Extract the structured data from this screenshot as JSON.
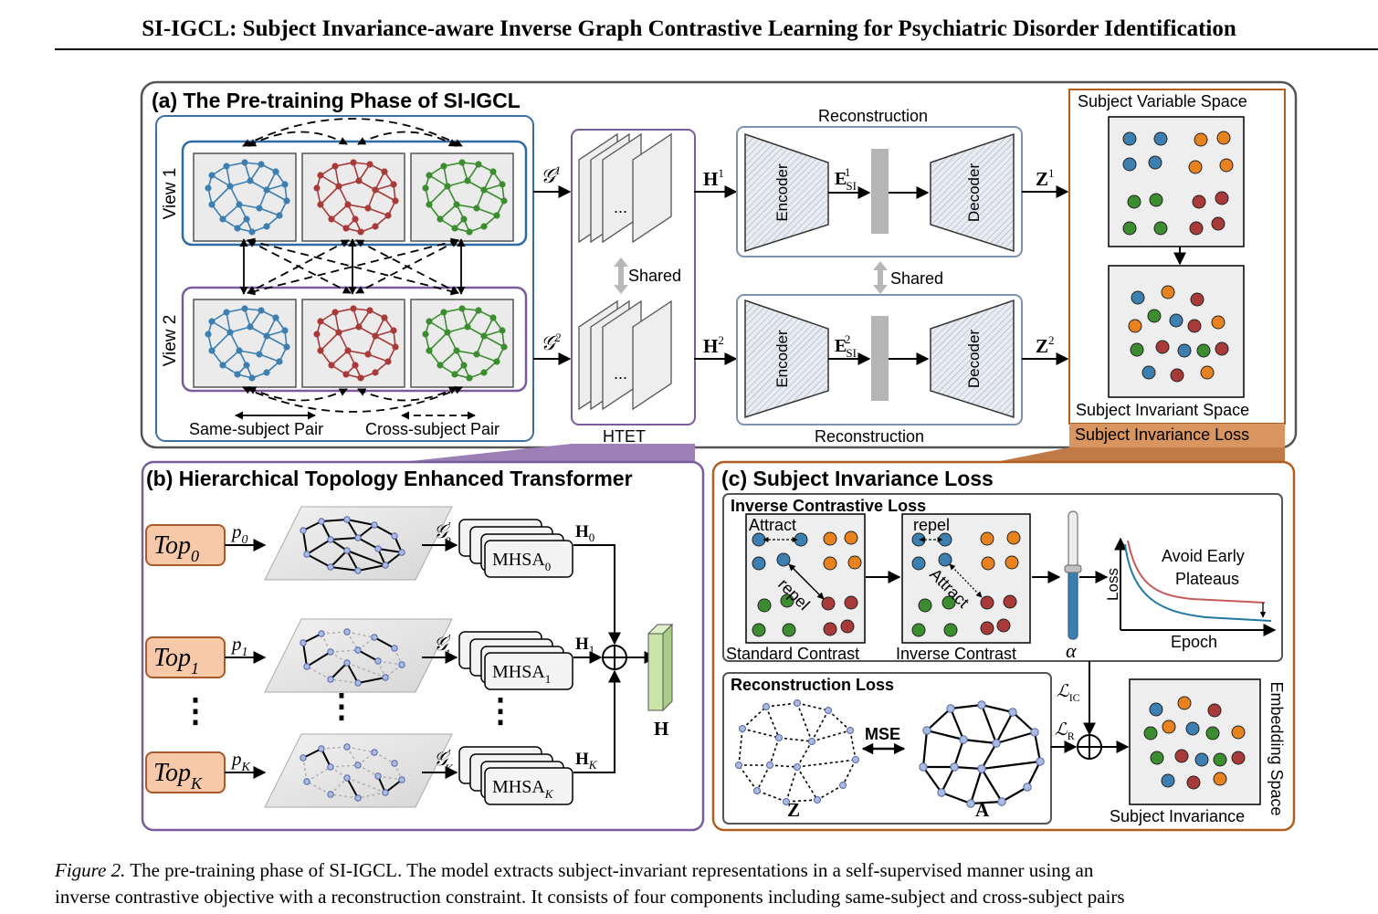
{
  "header": {
    "title": "SI-IGCL: Subject Invariance-aware Inverse Graph Contrastive Learning for Psychiatric Disorder Identification"
  },
  "colors": {
    "blue": "#3d7fb0",
    "red": "#a83a3a",
    "green": "#3c8d2f",
    "orange": "#e8821e",
    "purple": "#7a5c9c",
    "brown": "#b05f1f",
    "top_fill": "#f7c9a8",
    "h_bar": "#c8e6a8"
  },
  "panel_a": {
    "title": "(a) The Pre-training Phase of SI-IGCL",
    "view1": "View 1",
    "view2": "View 2",
    "legend_same": "Same-subject Pair",
    "legend_cross": "Cross-subject Pair",
    "g1": "𝒢",
    "g1_sup": "1",
    "g2": "𝒢",
    "g2_sup": "2",
    "htet_dots1": "...",
    "htet_dots2": "...",
    "shared1": "Shared",
    "htet": "HTET",
    "h1": "H",
    "h1_sup": "1",
    "h2": "H",
    "h2_sup": "2",
    "recon_top": "Reconstruction",
    "recon_bottom": "Reconstruction",
    "encoder1": "Encoder",
    "encoder2": "Encoder",
    "decoder1": "Decoder",
    "decoder2": "Decoder",
    "e1": "E",
    "e1_sub": "SI",
    "e1_sup": "1",
    "e2": "E",
    "e2_sub": "SI",
    "e2_sup": "2",
    "shared2": "Shared",
    "z1": "Z",
    "z1_sup": "1",
    "z2": "Z",
    "z2_sup": "2",
    "variable_space": "Subject Variable Space",
    "invariant_space": "Subject Invariant Space",
    "invariance_loss": "Subject Invariance Loss"
  },
  "panel_b": {
    "title": "(b) Hierarchical Topology Enhanced Transformer",
    "top_base": "Top",
    "top_subs": [
      "0",
      "1",
      "K"
    ],
    "p_base": "p",
    "p_subs": [
      "0",
      "1",
      "K"
    ],
    "g_base": "𝒢",
    "g_sup": "′",
    "g_subs": [
      "0",
      "1",
      "K"
    ],
    "mhsa_base": "MHSA",
    "mhsa_subs": [
      "0",
      "1",
      "K"
    ],
    "h_base": "H",
    "h_subs": [
      "0",
      "1",
      "K"
    ],
    "h_out": "H",
    "vdots": "⋮"
  },
  "panel_c": {
    "title": "(c) Subject Invariance Loss",
    "icl_title": "Inverse Contrastive Loss",
    "attract1": "Attract",
    "repel1": "repel",
    "repel2": "repel",
    "attract2": "Attract",
    "standard": "Standard Contrast",
    "inverse": "Inverse Contrast",
    "alpha": "α",
    "loss_axis": "Loss",
    "epoch_axis": "Epoch",
    "avoid1": "Avoid Early",
    "avoid2": "Plateaus",
    "recon_title": "Reconstruction Loss",
    "mse": "MSE",
    "z": "Z",
    "a": "A",
    "l_base": "ℒ",
    "l_ic_sub": "IC",
    "l_r_sub": "R",
    "embedding": "Embedding Space",
    "subject_invariance": "Subject Invariance"
  },
  "caption": {
    "label": "Figure 2.",
    "line1": " The pre-training phase of SI-IGCL. The model extracts subject-invariant representations in a self-supervised manner using an",
    "line2": "inverse contrastive objective with a reconstruction constraint. It consists of four components including same-subject and cross-subject pairs"
  }
}
